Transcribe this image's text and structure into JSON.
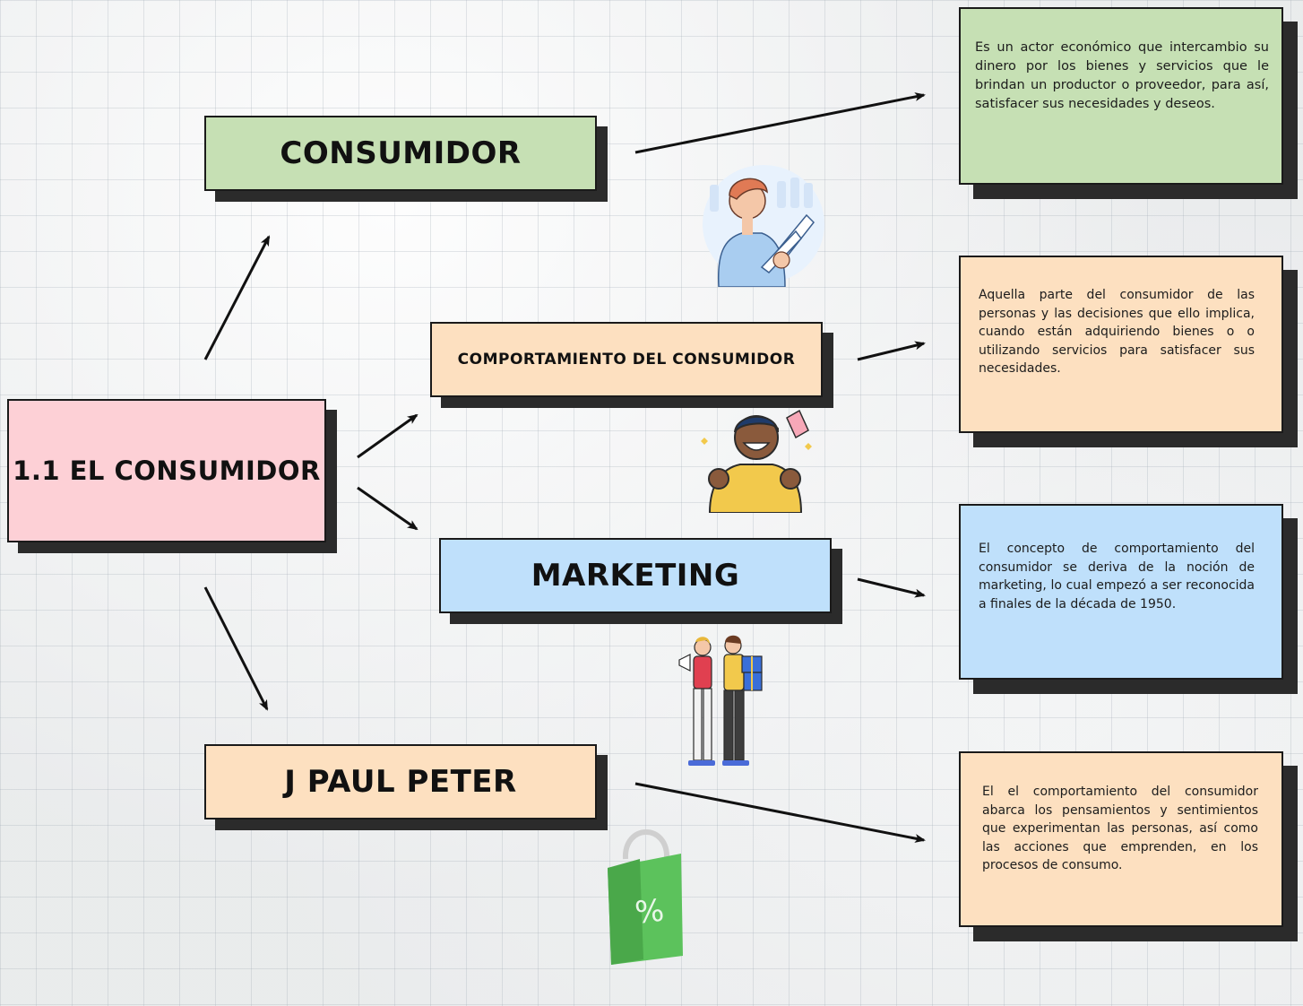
{
  "colors": {
    "green": "#c6e0b4",
    "pink": "#fdd0d6",
    "peach": "#fde0c0",
    "blue": "#bfe0fb",
    "shadow": "#2b2b2b"
  },
  "nodes": {
    "root": "1.1 EL CONSUMIDOR",
    "consumidor": "CONSUMIDOR",
    "comportamiento": "COMPORTAMIENTO DEL CONSUMIDOR",
    "marketing": "MARKETING",
    "paul_peter": "J PAUL PETER"
  },
  "descriptions": {
    "consumidor": "Es un actor económico que intercambio su dinero por los bienes y servicios que le brindan un productor o proveedor, para así, satisfacer sus necesidades y deseos.",
    "comportamiento": "Aquella parte del consumidor de las personas y las decisiones que ello implica, cuando están adquiriendo bienes o o utilizando servicios para satisfacer sus necesidades.",
    "marketing": "El concepto de comportamiento del consumidor se deriva de la noción de marketing, lo cual empezó a ser reconocida a finales de la década de 1950.",
    "paul_peter": "El el comportamiento del consumidor abarca los pensamientos y sentimientos que experimentan las personas, así como las acciones que emprenden, en los procesos de consumo."
  },
  "illustrations": {
    "shopper": "person-holding-bottles-illustration",
    "excited": "excited-shopper-illustration",
    "couple": "couple-with-gifts-illustration",
    "bag": "shopping-bag-percent-icon",
    "bag_symbol": "%"
  }
}
